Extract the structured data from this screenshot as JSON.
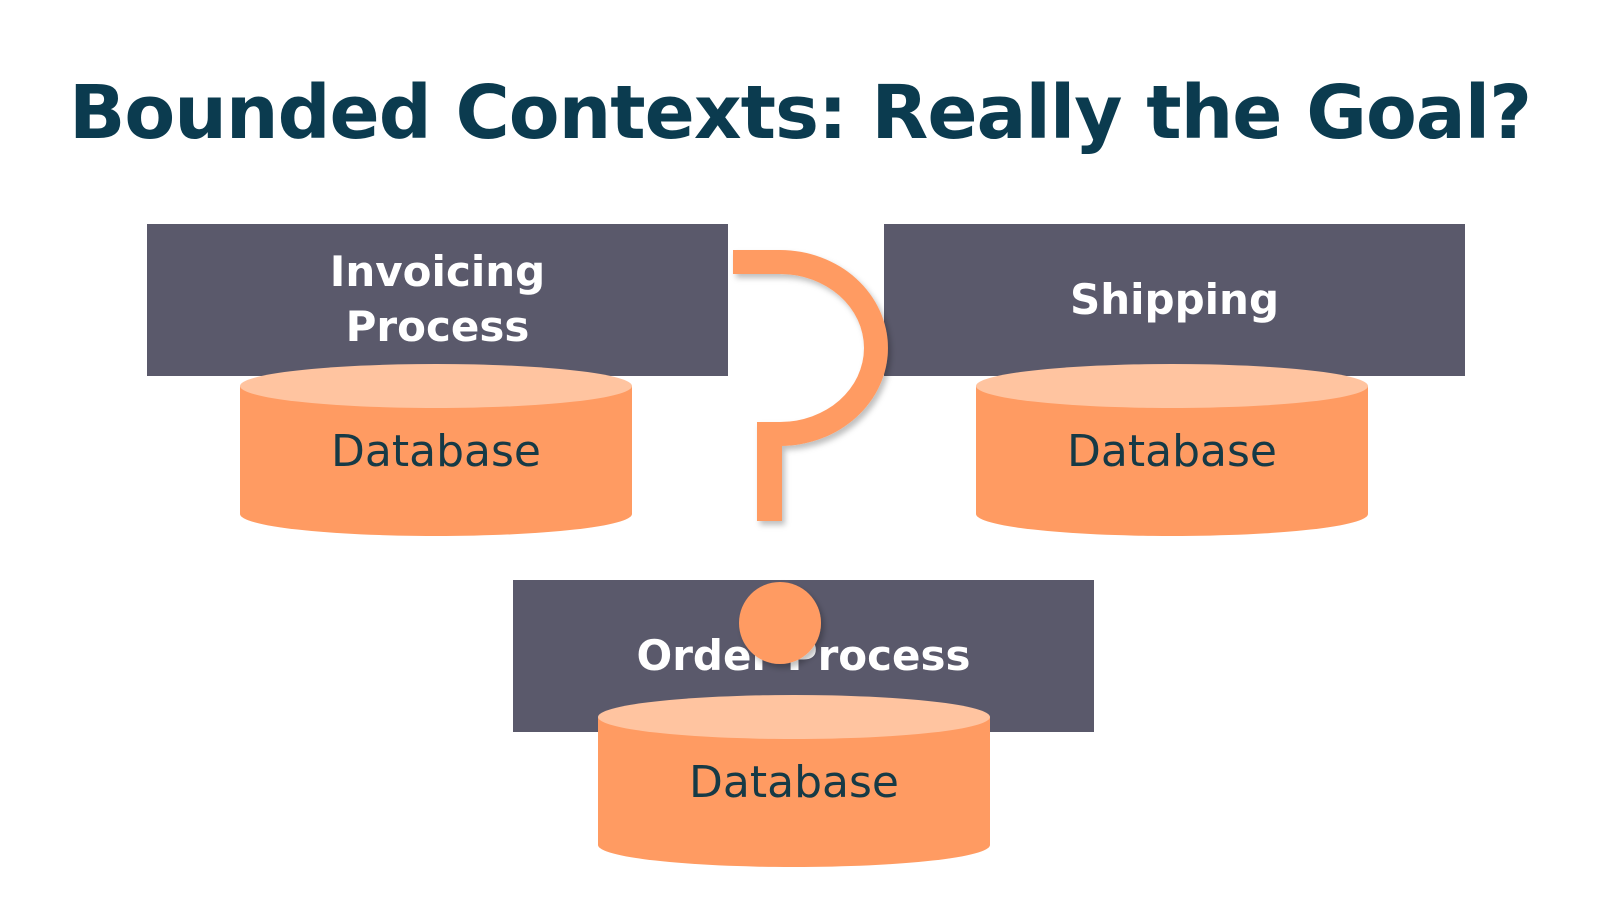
{
  "title": "Bounded Contexts: Really the Goal?",
  "contexts": [
    {
      "line1": "Invoicing",
      "line2": "Process",
      "database": "Database"
    },
    {
      "line1": "Shipping",
      "line2": "",
      "database": "Database"
    },
    {
      "line1": "Order Process",
      "line2": "",
      "database": "Database"
    }
  ],
  "colors": {
    "title": "#0b3b4f",
    "context_box": "#5a596b",
    "database_body": "#ff9b62",
    "database_top": "#ffc4a0",
    "question_mark": "#ff9b62"
  }
}
